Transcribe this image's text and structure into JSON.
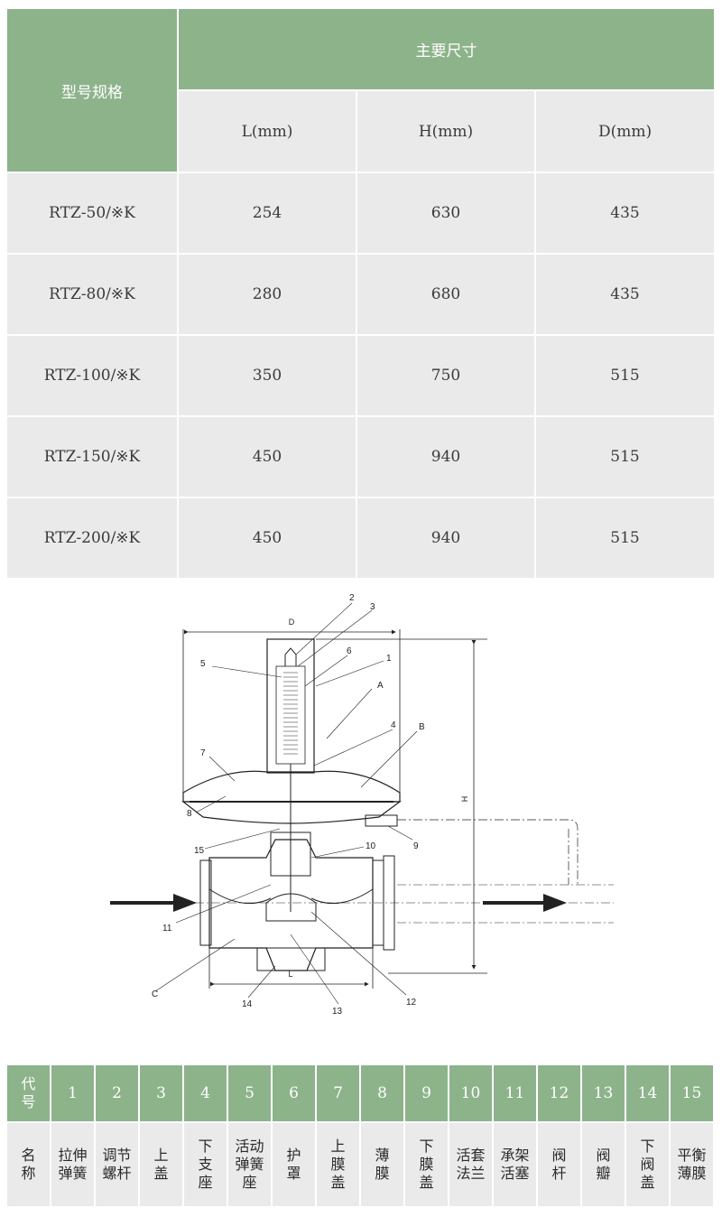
{
  "dimension_table": {
    "model_header": "型号规格",
    "main_header": "主要尺寸",
    "columns": [
      "L(mm)",
      "H(mm)",
      "D(mm)"
    ],
    "rows": [
      {
        "model": "RTZ-50/※K",
        "L": "254",
        "H": "630",
        "D": "435"
      },
      {
        "model": "RTZ-80/※K",
        "L": "280",
        "H": "680",
        "D": "435"
      },
      {
        "model": "RTZ-100/※K",
        "L": "350",
        "H": "750",
        "D": "515"
      },
      {
        "model": "RTZ-150/※K",
        "L": "450",
        "H": "940",
        "D": "515"
      },
      {
        "model": "RTZ-200/※K",
        "L": "450",
        "H": "940",
        "D": "515"
      }
    ]
  },
  "drawing": {
    "dimension_labels": {
      "D": "D",
      "H": "H",
      "L": "L"
    },
    "callouts": [
      "1",
      "2",
      "3",
      "4",
      "5",
      "6",
      "7",
      "8",
      "9",
      "10",
      "11",
      "12",
      "13",
      "14",
      "15",
      "A",
      "B",
      "C"
    ]
  },
  "parts_table": {
    "code_header": "代\n号",
    "name_header": "名\n称",
    "codes": [
      "1",
      "2",
      "3",
      "4",
      "5",
      "6",
      "7",
      "8",
      "9",
      "10",
      "11",
      "12",
      "13",
      "14",
      "15"
    ],
    "names": [
      "拉伸\n弹簧",
      "调节\n螺杆",
      "上\n盖",
      "下\n支\n座",
      "活动\n弹簧\n座",
      "护\n罩",
      "上\n膜\n盖",
      "薄\n膜",
      "下\n膜\n盖",
      "活套\n法兰",
      "承架\n活塞",
      "阀\n杆",
      "阀\n瓣",
      "下\n阀\n盖",
      "平衡\n薄膜"
    ]
  },
  "colors": {
    "header_green": "#8db38b",
    "cell_gray": "#eaeaea"
  }
}
